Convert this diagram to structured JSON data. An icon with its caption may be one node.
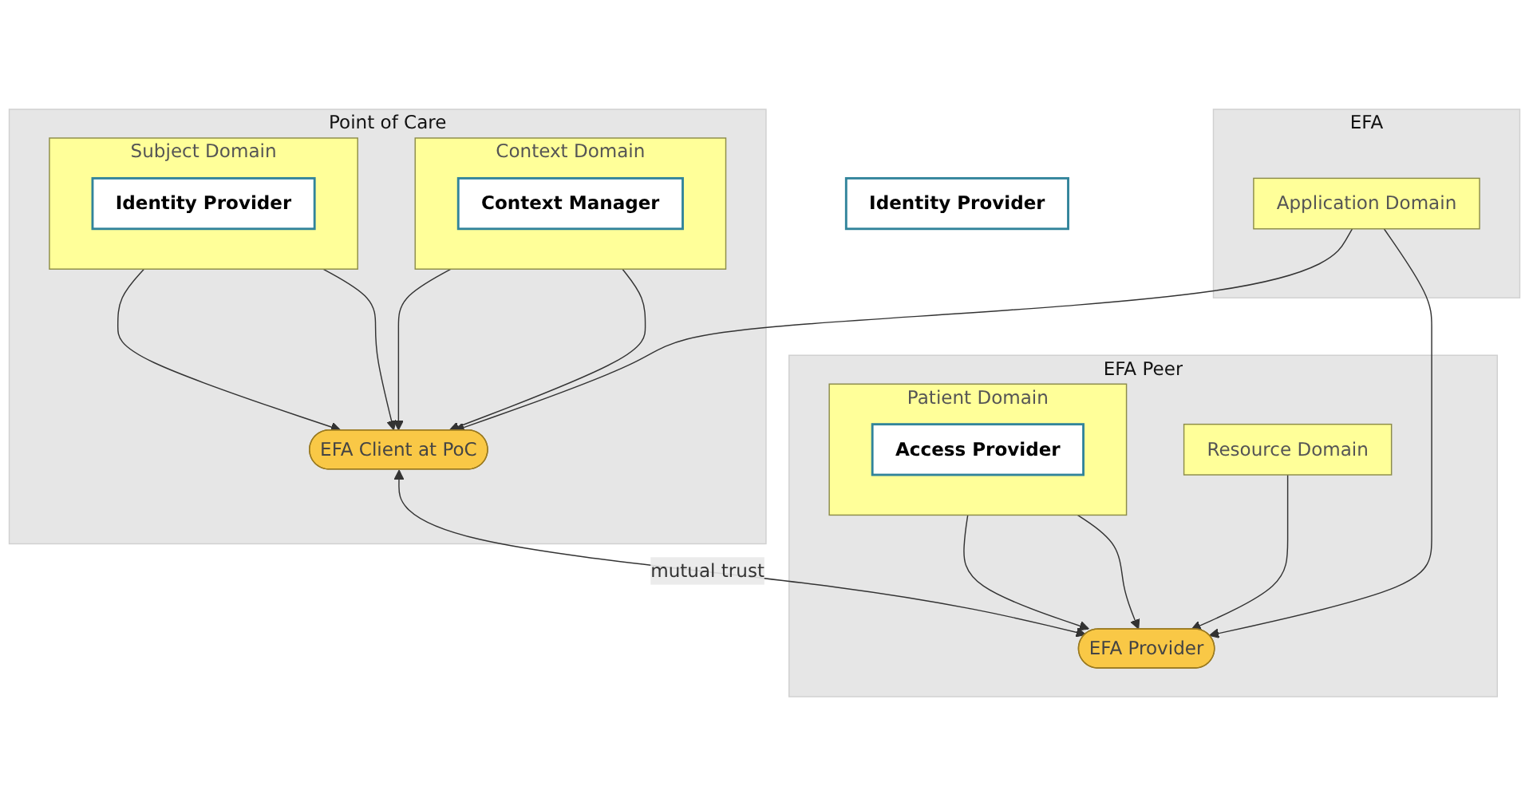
{
  "diagram": {
    "nodes": [
      {
        "text": [
          "Point of Care"
        ]
      },
      {
        "text": [
          "Context Domain"
        ],
        "in": 0
      },
      {
        "text": [
          "Context Manager"
        ],
        "in": 1
      },
      {
        "text": [
          "Subject Domain"
        ],
        "in": 0
      },
      {
        "text": [
          "Identity Provider"
        ],
        "in": 3
      },
      {
        "text": [
          "EFA Client at PoC"
        ],
        "in": 0
      },
      {
        "text": [
          "EFA"
        ]
      },
      {
        "text": [
          "Application Domain"
        ],
        "in": 6
      },
      {
        "text": [
          "Identity Provider"
        ]
      },
      {
        "text": [
          "EFA Peer"
        ]
      },
      {
        "text": [
          "EFA Provider"
        ],
        "in": 9
      },
      {
        "text": [
          "Patient Domain"
        ],
        "in": 9
      },
      {
        "text": [
          "Access Provider"
        ],
        "in": 11
      },
      {
        "text": [
          "Resource Domain"
        ],
        "in": 9
      }
    ],
    "edges": [
      {
        "from": 1,
        "to": 5,
        "arrow": "to"
      },
      {
        "from": 1,
        "to": 5,
        "arrow": "to"
      },
      {
        "from": 3,
        "to": 5,
        "arrow": "to"
      },
      {
        "from": 3,
        "to": 5,
        "arrow": "to"
      },
      {
        "from": 7,
        "to": 5,
        "arrow": "to"
      },
      {
        "from": 5,
        "to": 10,
        "arrow": "both",
        "label": "mutual trust"
      },
      {
        "from": 7,
        "to": 10,
        "arrow": "to"
      },
      {
        "from": 11,
        "to": 10,
        "arrow": "to"
      },
      {
        "from": 11,
        "to": 10,
        "arrow": "to"
      },
      {
        "from": 13,
        "to": 10,
        "arrow": "to"
      }
    ]
  }
}
